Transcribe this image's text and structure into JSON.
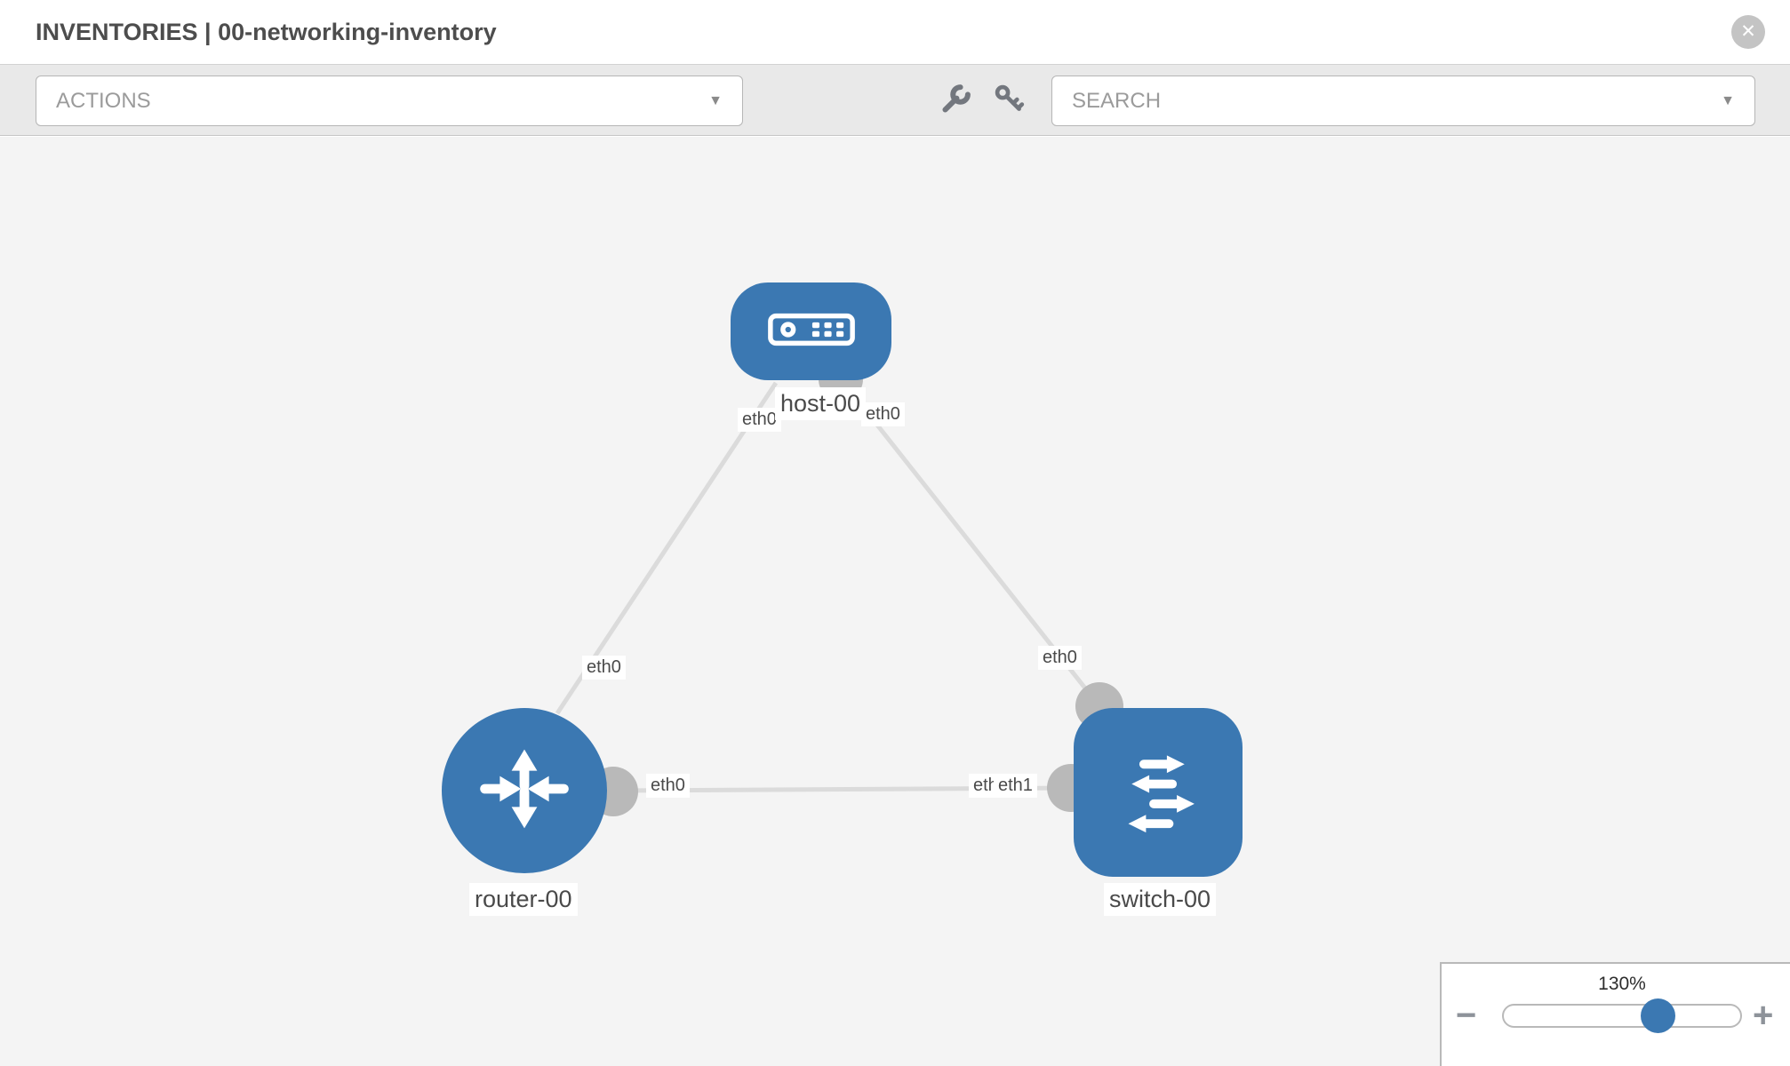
{
  "header": {
    "title": "INVENTORIES | 00-networking-inventory",
    "close_glyph": "✕"
  },
  "toolbar": {
    "actions_label": "ACTIONS",
    "search_label": "SEARCH",
    "caret_glyph": "▼",
    "icons": [
      "wrench-icon",
      "key-icon"
    ]
  },
  "topology": {
    "nodes": [
      {
        "label": "host-00",
        "type": "host"
      },
      {
        "label": "router-00",
        "type": "router"
      },
      {
        "label": "switch-00",
        "type": "switch"
      }
    ],
    "links": [
      {
        "from": "host-00",
        "to": "router-00",
        "from_interface": "eth0",
        "to_interface": "eth0"
      },
      {
        "from": "host-00",
        "to": "switch-00",
        "from_interface": "eth0",
        "to_interface": "eth0"
      },
      {
        "from": "router-00",
        "to": "switch-00",
        "from_interface": "eth0",
        "to_interface": "eth1",
        "to_interface_back": "eth0"
      }
    ]
  },
  "zoom_control": {
    "value": "130%",
    "minus_glyph": "−",
    "plus_glyph": "+"
  },
  "colors": {
    "node_blue": "#3b78b2",
    "link_gray": "#dbdbdb",
    "port_gray": "#b9b9b9",
    "toolbar_gray": "#e9e9e9",
    "canvas_gray": "#f4f4f4"
  }
}
